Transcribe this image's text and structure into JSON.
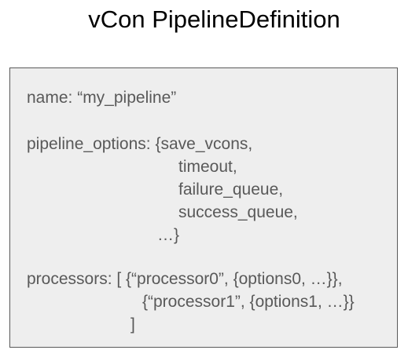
{
  "title": "vCon PipelineDefinition",
  "definition": {
    "name_line": "name: “my_pipeline”",
    "pipeline_options": {
      "first": "pipeline_options: {save_vcons,",
      "items": [
        "timeout,",
        "failure_queue,",
        "success_queue,"
      ],
      "close": "…}"
    },
    "processors": {
      "first": "processors: [ {“processor0”, {options0, …}},",
      "second": "{“processor1”, {options1, …}}",
      "close": "]"
    }
  }
}
